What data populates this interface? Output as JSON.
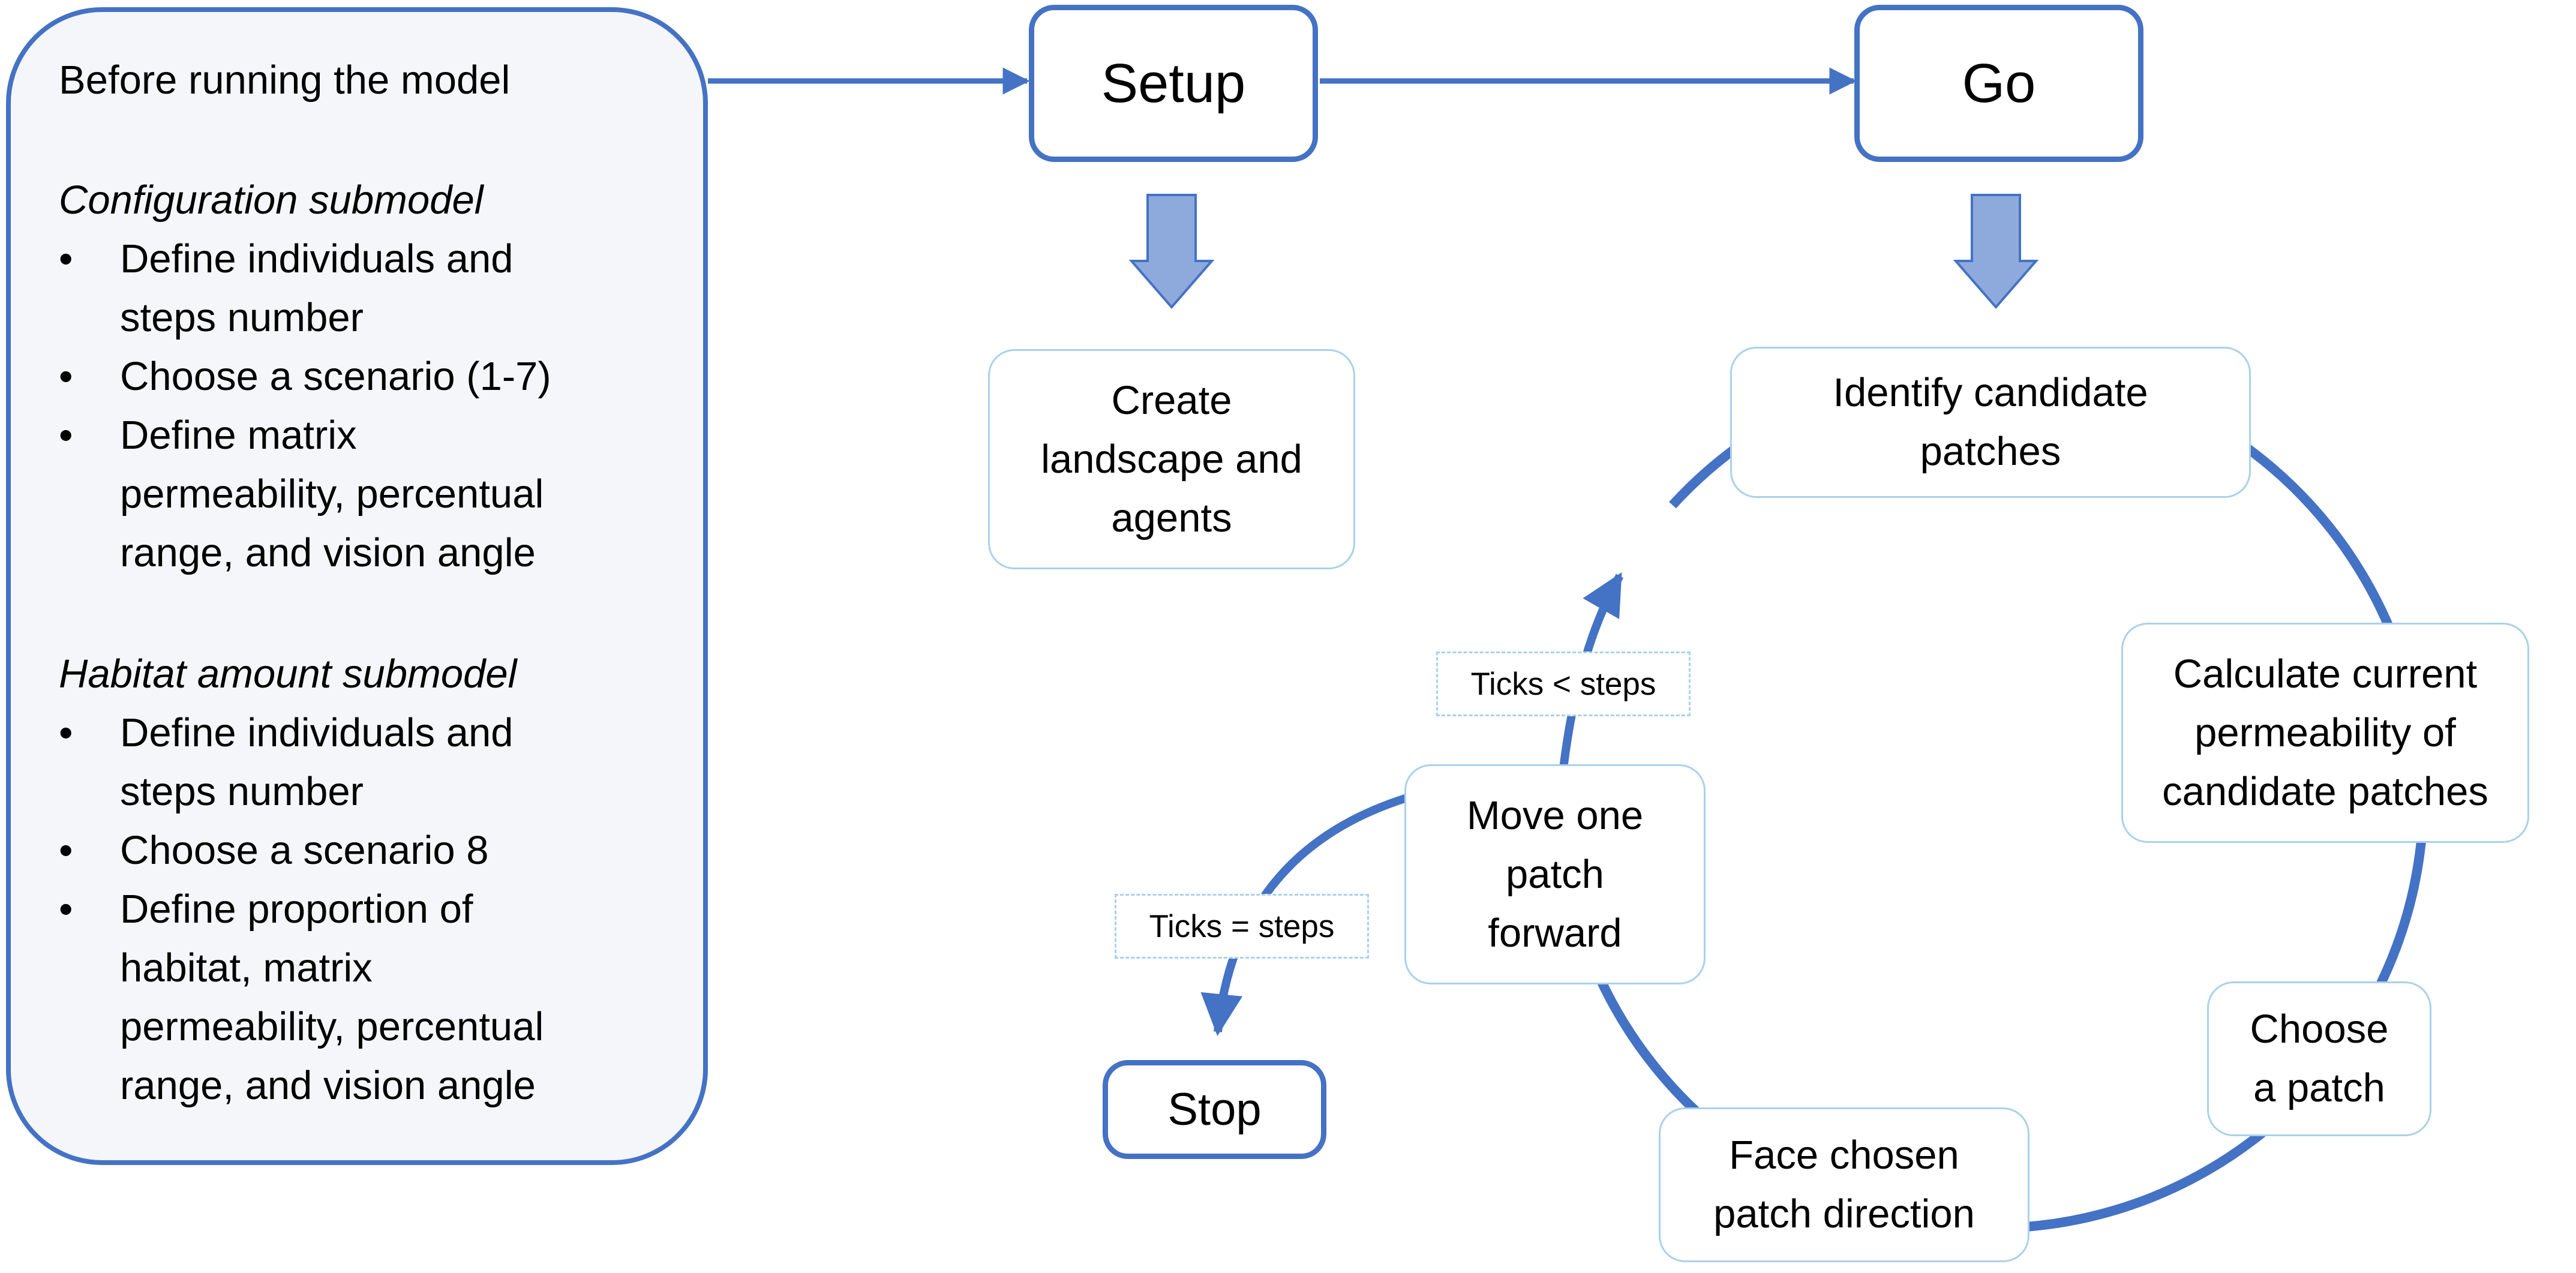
{
  "left_panel": {
    "title": "Before running the model",
    "configuration": {
      "heading": "Configuration submodel",
      "bullets": [
        "Define individuals and",
        "steps number",
        "Choose a scenario (1-7)",
        "Define matrix",
        "permeability, percentual",
        "range, and vision angle"
      ]
    },
    "habitat": {
      "heading": "Habitat amount submodel",
      "bullets": [
        "Define individuals and",
        "steps number",
        "Choose a scenario 8",
        "Define proportion of",
        "habitat, matrix",
        "permeability, percentual",
        "range, and vision angle"
      ]
    },
    "bullet_glyph": "•"
  },
  "nodes": {
    "setup": "Setup",
    "go": "Go",
    "stop": "Stop",
    "create": [
      "Create",
      "landscape and",
      "agents"
    ],
    "identify": [
      "Identify candidate",
      "patches"
    ],
    "calculate": [
      "Calculate current",
      "permeability of",
      "candidate patches"
    ],
    "choose": [
      "Choose",
      "a patch"
    ],
    "face": [
      "Face chosen",
      "patch direction"
    ],
    "move": [
      "Move one",
      "patch",
      "forward"
    ]
  },
  "conditions": {
    "continue": "Ticks < steps",
    "end": "Ticks = steps"
  },
  "colors": {
    "accent": "#4472c4",
    "light_border": "#a9d1ec",
    "down_arrow_fill": "#8eaadc",
    "panel_fill": "#f4f6fa"
  }
}
